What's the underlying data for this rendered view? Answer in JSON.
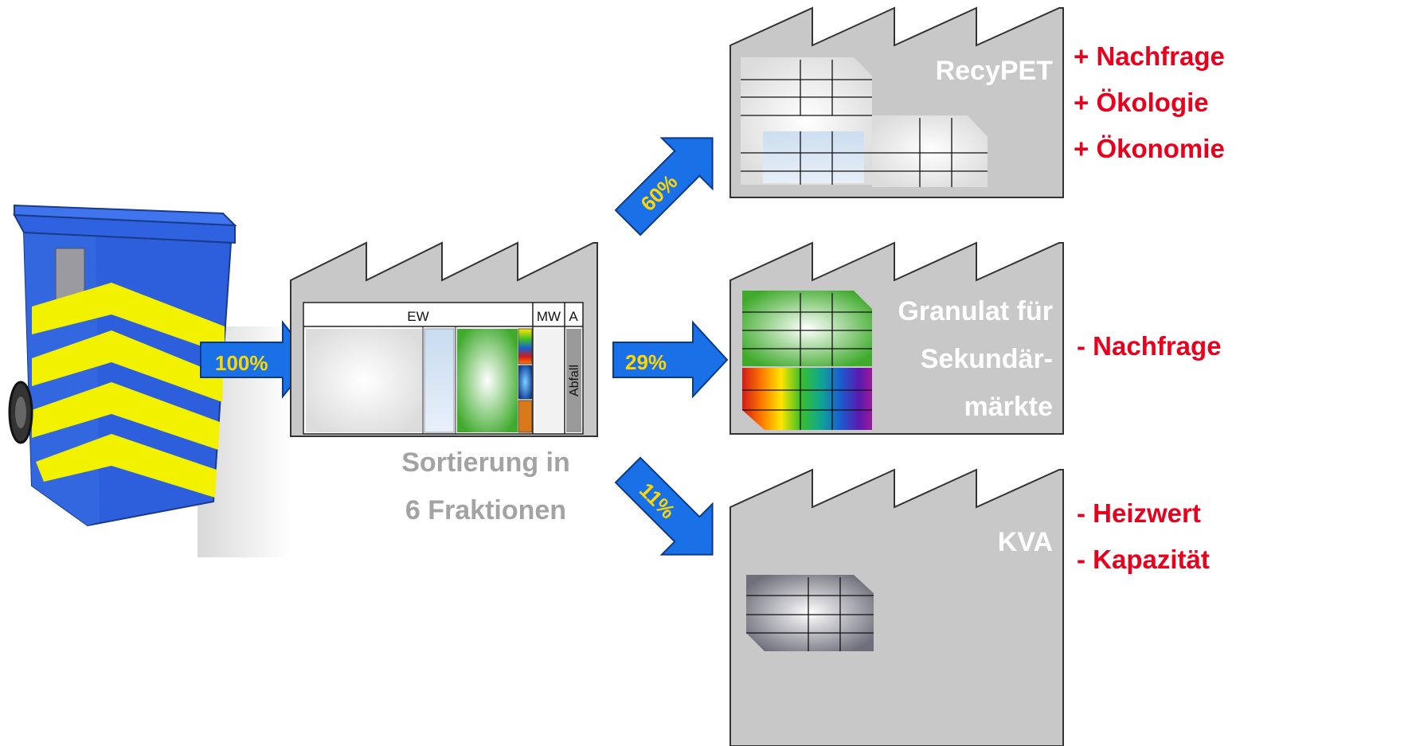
{
  "input": {
    "percent": "100%"
  },
  "sorting": {
    "header_ew": "EW",
    "header_mw": "MW",
    "header_a": "A",
    "waste_label": "Abfall",
    "caption_line1": "Sortierung in",
    "caption_line2": "6 Fraktionen"
  },
  "outputs": [
    {
      "name_lines": [
        "RecyPET"
      ],
      "percent": "60%",
      "notes": [
        "+ Nachfrage",
        "+ Ökologie",
        "+ Ökonomie"
      ]
    },
    {
      "name_lines": [
        "Granulat für",
        "Sekundär-",
        "märkte"
      ],
      "percent": "29%",
      "notes": [
        "- Nachfrage"
      ]
    },
    {
      "name_lines": [
        "KVA"
      ],
      "percent": "11%",
      "notes": [
        "- Heizwert",
        "- Kapazität"
      ]
    }
  ],
  "colors": {
    "arrow": "#1a70e6",
    "percent": "#ffd700",
    "notes": "#e8001c",
    "factory": "#c8c8c8",
    "bin": "#2d5fdc",
    "stripe": "#f2f200"
  }
}
